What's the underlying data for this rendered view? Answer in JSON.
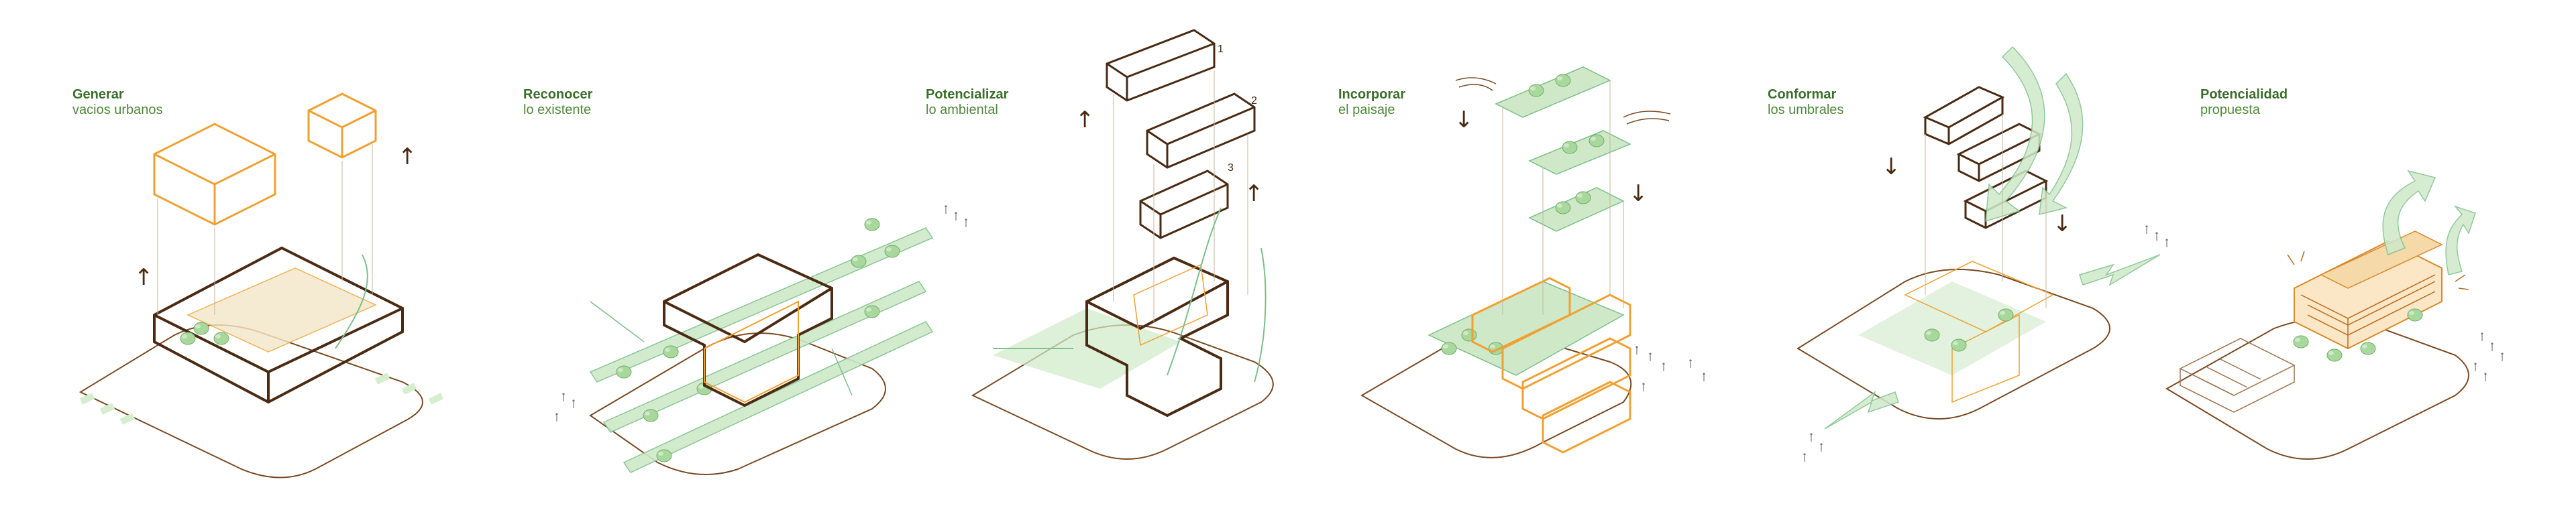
{
  "colors": {
    "outline": "#7a4a22",
    "dark_box": "#4a2a12",
    "orange": "#f0a030",
    "green_fill": "#cfe9c8",
    "green_stroke": "#7cc08a",
    "tree": "#8cc98a",
    "caption_title": "#3a6e2a"
  },
  "panels": [
    {
      "title": "Generar",
      "subtitle": "vacios urbanos"
    },
    {
      "title": "Reconocer",
      "subtitle": "lo existente"
    },
    {
      "title": "Potencializar",
      "subtitle": "lo ambiental"
    },
    {
      "title": "Incorporar",
      "subtitle": "el paisaje"
    },
    {
      "title": "Conformar",
      "subtitle": "los umbrales"
    },
    {
      "title": "Potencialidad",
      "subtitle": "propuesta"
    }
  ],
  "volume_numbers": [
    "1",
    "2",
    "3"
  ],
  "arrow_glyphs": {
    "up": "↑",
    "down": "↓"
  }
}
